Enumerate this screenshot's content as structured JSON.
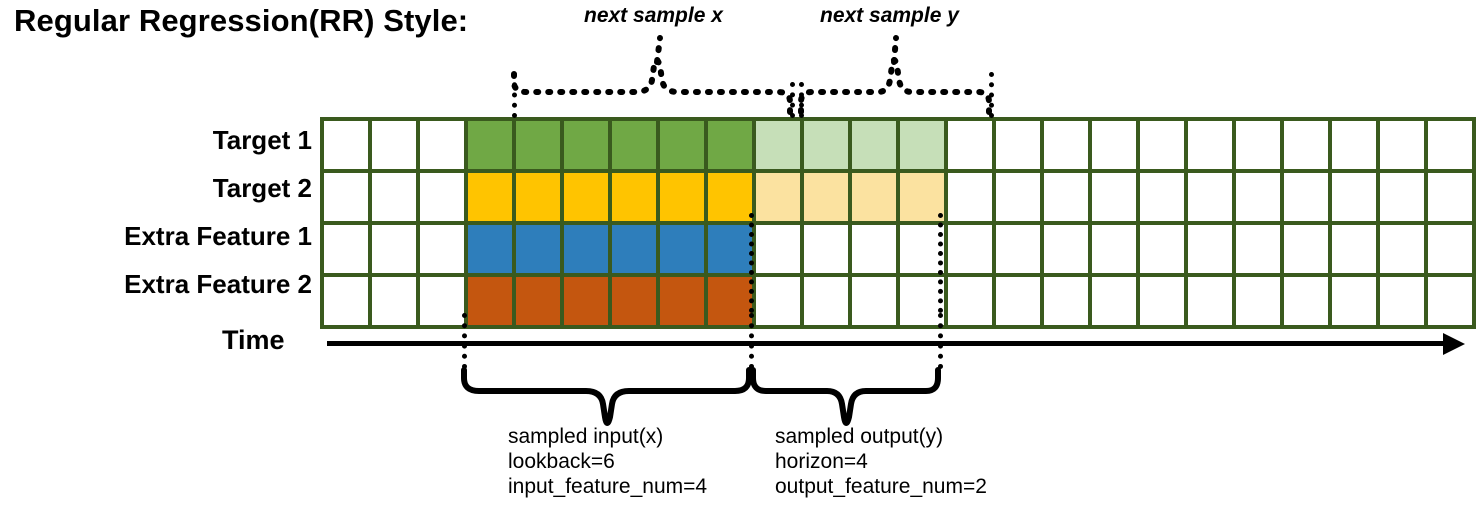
{
  "title": "Regular Regression(RR) Style:",
  "colors": {
    "grid_border": "#3a5a1e",
    "target1": "#70a845",
    "target1_faded": "#c6dfb8",
    "target2": "#ffc400",
    "target2_faded": "#fbe2a0",
    "extra1": "#2e7ebb",
    "extra2": "#c4560f",
    "empty": "#ffffff",
    "ink": "#000000"
  },
  "rows": [
    {
      "label": "Target 1",
      "key": "target1"
    },
    {
      "label": "Target 2",
      "key": "target2"
    },
    {
      "label": "Extra Feature 1",
      "key": "extra1"
    },
    {
      "label": "Extra Feature 2",
      "key": "extra2"
    }
  ],
  "grid": {
    "total_columns": 24,
    "lead_empty_columns": 3,
    "lookback_columns": 6,
    "horizon_columns": 4,
    "trail_empty_columns": 11,
    "fills": [
      [
        "#ffffff",
        "#ffffff",
        "#ffffff",
        "#70a845",
        "#70a845",
        "#70a845",
        "#70a845",
        "#70a845",
        "#70a845",
        "#c6dfb8",
        "#c6dfb8",
        "#c6dfb8",
        "#c6dfb8",
        "#ffffff",
        "#ffffff",
        "#ffffff",
        "#ffffff",
        "#ffffff",
        "#ffffff",
        "#ffffff",
        "#ffffff",
        "#ffffff",
        "#ffffff",
        "#ffffff"
      ],
      [
        "#ffffff",
        "#ffffff",
        "#ffffff",
        "#ffc400",
        "#ffc400",
        "#ffc400",
        "#ffc400",
        "#ffc400",
        "#ffc400",
        "#fbe2a0",
        "#fbe2a0",
        "#fbe2a0",
        "#fbe2a0",
        "#ffffff",
        "#ffffff",
        "#ffffff",
        "#ffffff",
        "#ffffff",
        "#ffffff",
        "#ffffff",
        "#ffffff",
        "#ffffff",
        "#ffffff",
        "#ffffff"
      ],
      [
        "#ffffff",
        "#ffffff",
        "#ffffff",
        "#2e7ebb",
        "#2e7ebb",
        "#2e7ebb",
        "#2e7ebb",
        "#2e7ebb",
        "#2e7ebb",
        "#ffffff",
        "#ffffff",
        "#ffffff",
        "#ffffff",
        "#ffffff",
        "#ffffff",
        "#ffffff",
        "#ffffff",
        "#ffffff",
        "#ffffff",
        "#ffffff",
        "#ffffff",
        "#ffffff",
        "#ffffff",
        "#ffffff"
      ],
      [
        "#ffffff",
        "#ffffff",
        "#ffffff",
        "#c4560f",
        "#c4560f",
        "#c4560f",
        "#c4560f",
        "#c4560f",
        "#c4560f",
        "#ffffff",
        "#ffffff",
        "#ffffff",
        "#ffffff",
        "#ffffff",
        "#ffffff",
        "#ffffff",
        "#ffffff",
        "#ffffff",
        "#ffffff",
        "#ffffff",
        "#ffffff",
        "#ffffff",
        "#ffffff",
        "#ffffff"
      ]
    ]
  },
  "time_axis": {
    "label": "Time"
  },
  "top_annotations": [
    {
      "text": "next sample x"
    },
    {
      "text": "next sample y"
    }
  ],
  "bottom_annotations": [
    {
      "line1": "sampled input(x)",
      "line2": "lookback=6",
      "line3": "input_feature_num=4"
    },
    {
      "line1": "sampled output(y)",
      "line2": "horizon=4",
      "line3": "output_feature_num=2"
    }
  ]
}
